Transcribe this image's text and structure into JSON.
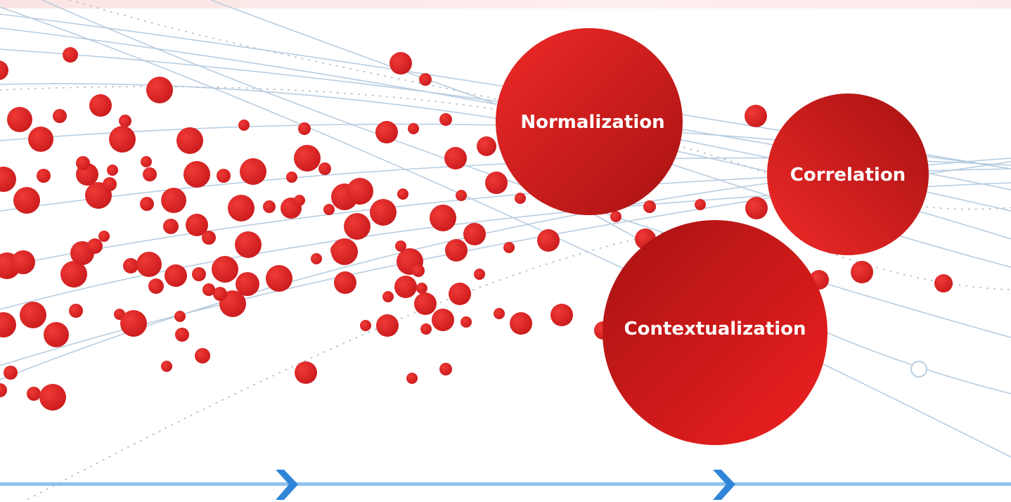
{
  "stages": [
    {
      "id": "normalization",
      "label": "Normalization"
    },
    {
      "id": "correlation",
      "label": "Correlation"
    },
    {
      "id": "contextualization",
      "label": "Contextualization"
    }
  ],
  "colors": {
    "bubble_light": "#e8282a",
    "bubble_dark": "#b01414",
    "network_line": "#b8cde0",
    "timeline": "#8fc2ec",
    "chevron": "#2f86d9",
    "top_band": "#fbe3e3"
  },
  "icons": {
    "flow_arrow": "chevron-right-icon",
    "network_node": "ring-node-icon"
  }
}
